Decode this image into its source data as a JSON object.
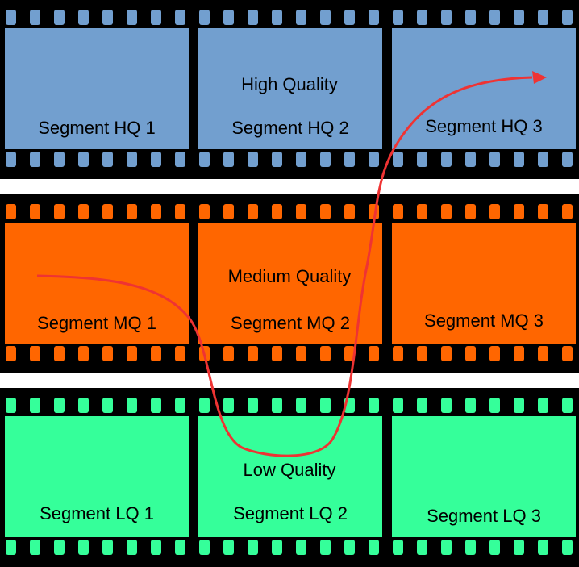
{
  "strips": [
    {
      "quality_label": "High Quality",
      "color": "#729fcf",
      "segments": [
        "Segment HQ 1",
        "Segment HQ 2",
        "Segment HQ 3"
      ]
    },
    {
      "quality_label": "Medium Quality",
      "color": "#ff6600",
      "segments": [
        "Segment MQ 1",
        "Segment MQ 2",
        "Segment MQ 3"
      ]
    },
    {
      "quality_label": "Low Quality",
      "color": "#35ff9a",
      "segments": [
        "Segment LQ 1",
        "Segment LQ 2",
        "Segment LQ 3"
      ]
    }
  ],
  "film_color": "#000000",
  "path_color": "#ef3333"
}
